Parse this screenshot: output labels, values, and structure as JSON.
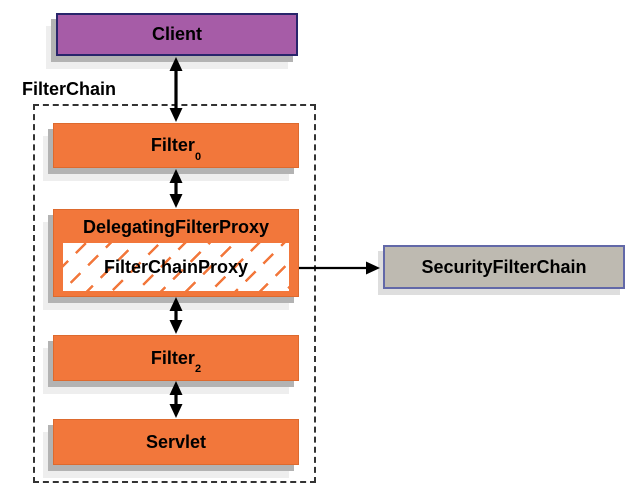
{
  "diagram": {
    "group_label": "FilterChain",
    "nodes": {
      "client": {
        "label": "Client"
      },
      "filter0": {
        "label": "Filter",
        "subscript": "0"
      },
      "delegating_filter_proxy": {
        "label": "DelegatingFilterProxy"
      },
      "filter_chain_proxy": {
        "label": "FilterChainProxy"
      },
      "filter2": {
        "label": "Filter",
        "subscript": "2"
      },
      "servlet": {
        "label": "Servlet"
      },
      "security_filter_chain": {
        "label": "SecurityFilterChain"
      }
    },
    "colors": {
      "purple_fill": "#A65CA7",
      "purple_border": "#28256B",
      "orange_fill": "#F2773B",
      "orange_border": "#DD6A2E",
      "security_fill": "#BEBAB1",
      "security_border": "#6268A8",
      "hatch_color": "#F2773B",
      "dashed_border": "#333333",
      "arrow_color": "#000000"
    }
  }
}
